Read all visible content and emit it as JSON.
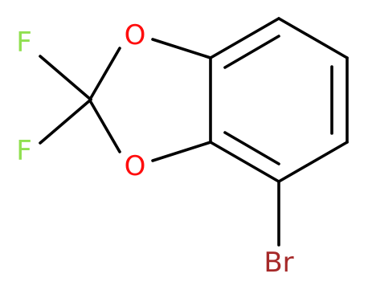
{
  "molecule": {
    "colors": {
      "bond": "#000000",
      "oxygen": "#ff0d0d",
      "fluorine": "#90e050",
      "bromine": "#a62929"
    },
    "atoms": {
      "f_top": "F",
      "f_bottom": "F",
      "o_top": "O",
      "o_bottom": "O",
      "br": "Br"
    }
  }
}
